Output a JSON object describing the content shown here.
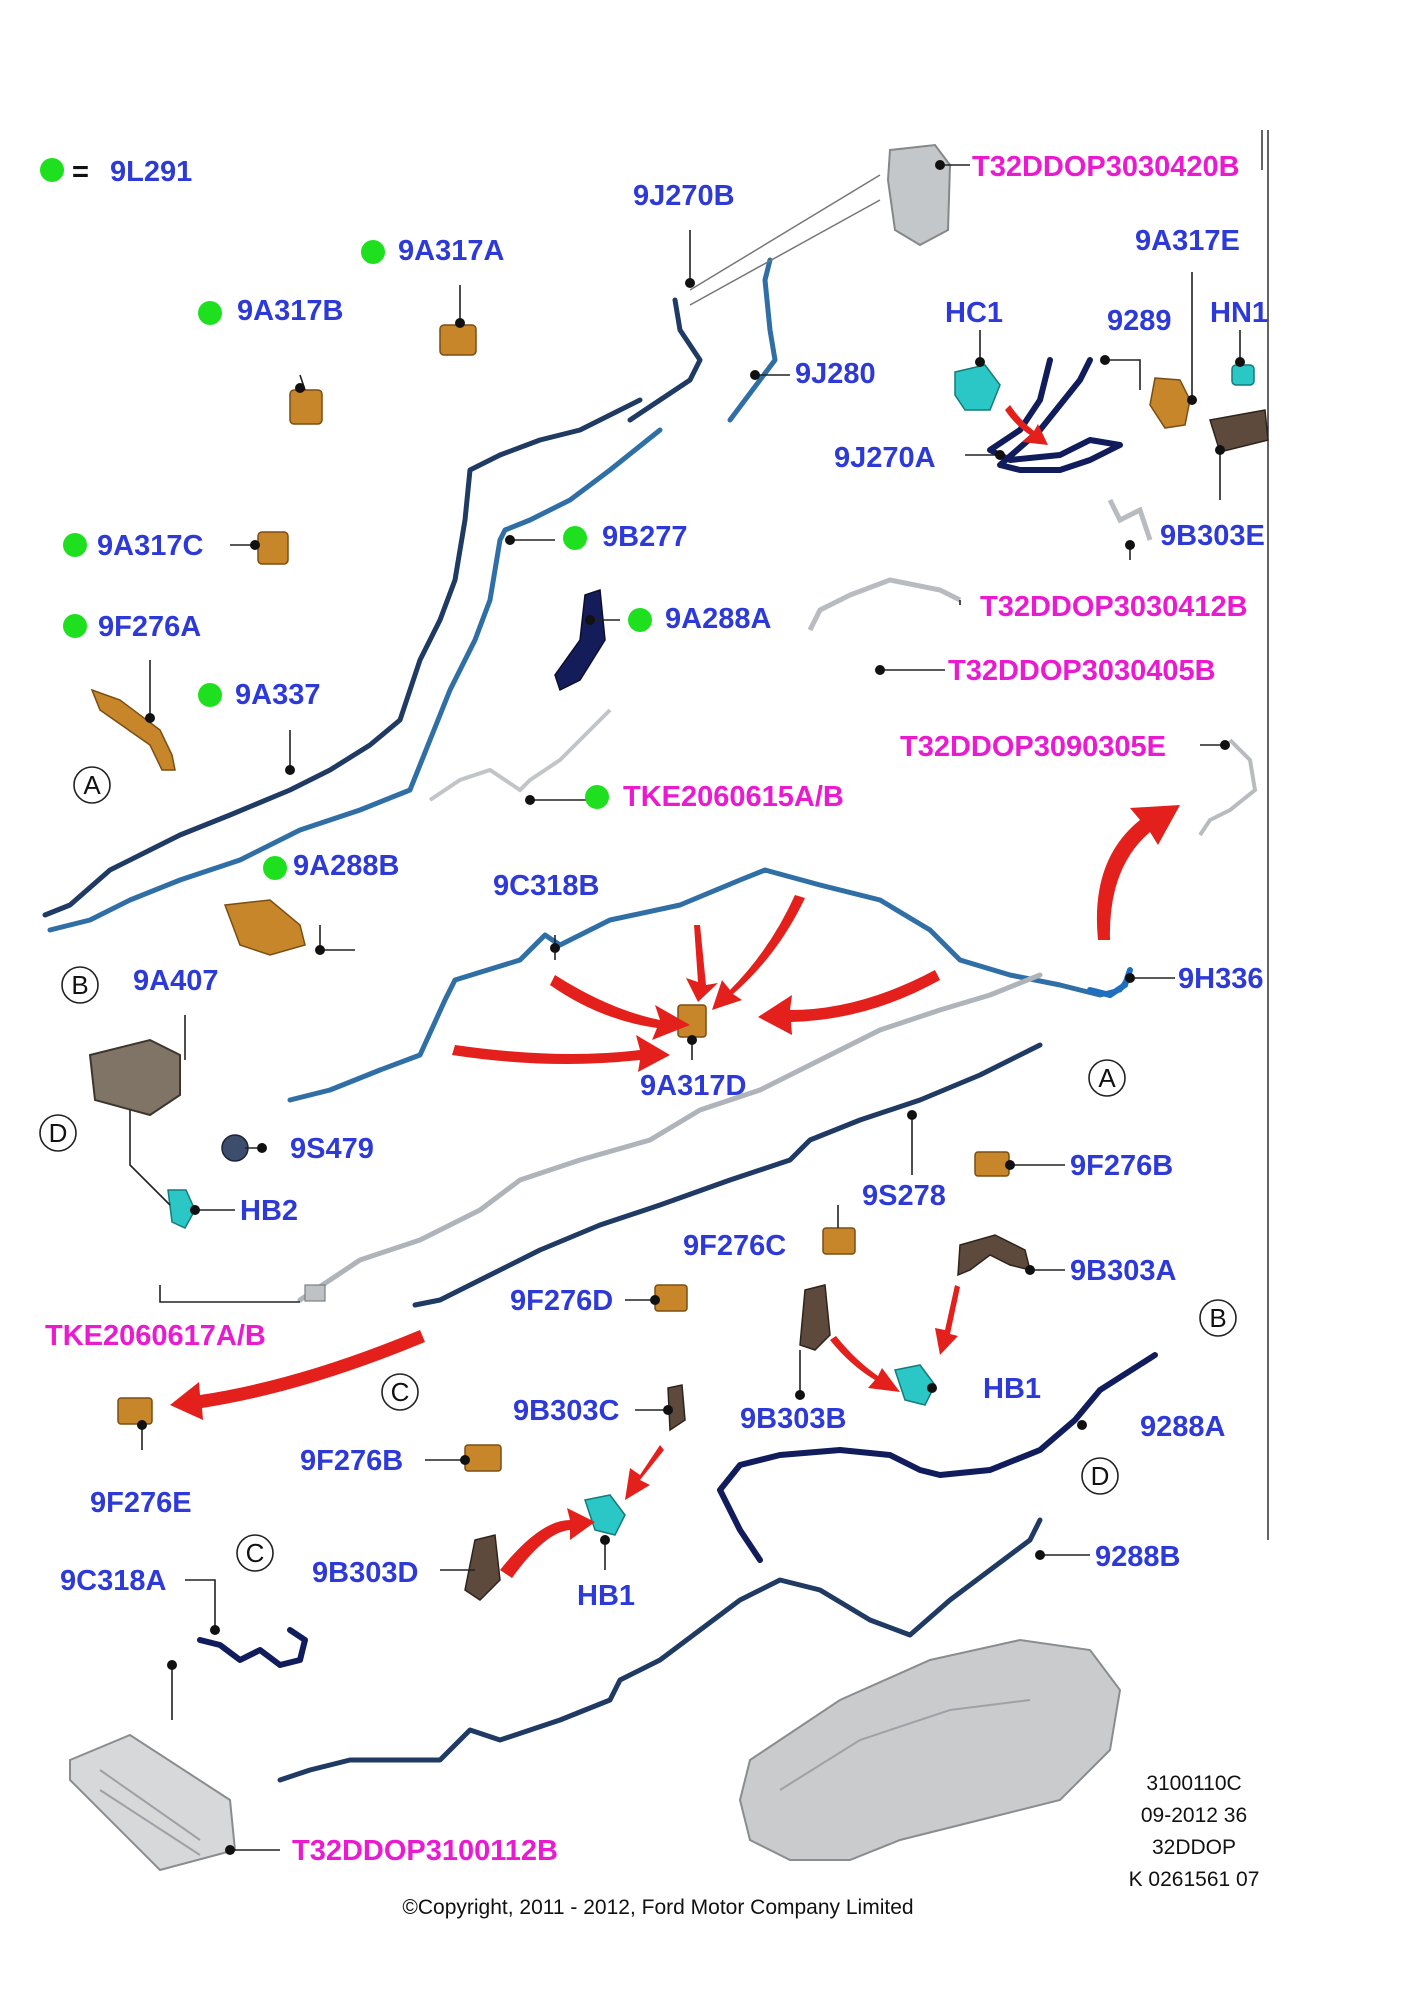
{
  "legend": {
    "dot_color": "#1ee01e",
    "equals": "=",
    "code": "9L291"
  },
  "labels": {
    "t32_420b": "T32DDOP3030420B",
    "p9j270b": "9J270B",
    "p9a317e": "9A317E",
    "p9a317a": "9A317A",
    "hc1": "HC1",
    "p9289": "9289",
    "hn1": "HN1",
    "p9a317b": "9A317B",
    "p9j280": "9J280",
    "p9j270a": "9J270A",
    "p9a317c": "9A317C",
    "p9b277": "9B277",
    "p9b303e": "9B303E",
    "t32_412b": "T32DDOP3030412B",
    "p9a288a": "9A288A",
    "p9f276a": "9F276A",
    "t32_405b": "T32DDOP3030405B",
    "p9a337": "9A337",
    "t32_305e": "T32DDOP3090305E",
    "tke615": "TKE2060615A/B",
    "p9a288b": "9A288B",
    "p9c318b": "9C318B",
    "p9a407": "9A407",
    "p9h336": "9H336",
    "p9a317d": "9A317D",
    "p9s479": "9S479",
    "hb2": "HB2",
    "p9f276b_r": "9F276B",
    "p9s278": "9S278",
    "p9f276c": "9F276C",
    "p9b303a": "9B303A",
    "tke617": "TKE2060617A/B",
    "p9f276d": "9F276D",
    "hb1_r": "HB1",
    "p9b303c": "9B303C",
    "p9b303b": "9B303B",
    "p9288a": "9288A",
    "p9f276e": "9F276E",
    "p9f276b_l": "9F276B",
    "p9288b": "9288B",
    "p9c318a": "9C318A",
    "p9b303d": "9B303D",
    "hb1_l": "HB1",
    "t32_112b": "T32DDOP3100112B"
  },
  "callouts": {
    "a": "A",
    "b": "B",
    "c": "C",
    "d": "D"
  },
  "meta": {
    "line1": "3100110C",
    "line2": "09-2012 36",
    "line3": "32DDOP",
    "line4": "K 0261561 07"
  },
  "copyright": "©Copyright, 2011 - 2012, Ford Motor Company Limited",
  "colors": {
    "part_label": "#2e3ad8",
    "reference_label": "#e91ad0",
    "arrow": "#e3201b",
    "legend_dot": "#1ee01e"
  }
}
